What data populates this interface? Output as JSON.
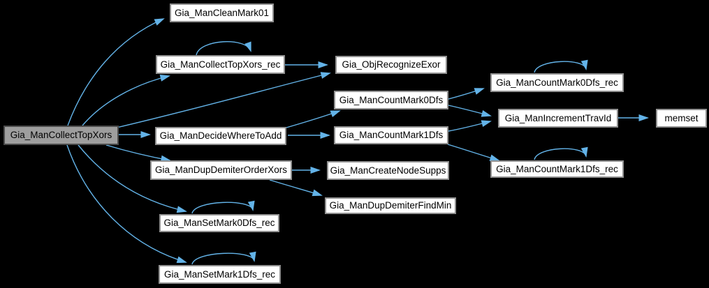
{
  "diagram": {
    "type": "call-graph",
    "colors": {
      "bg": "#000000",
      "edge_color": "#63b3e8",
      "node_fill": "#ffffff",
      "node_border": "#919191",
      "root_fill": "#9e9e9e",
      "root_border": "#4a4a4a",
      "text_color": "#000000"
    }
  },
  "nodes": [
    {
      "id": "collect-top-xors",
      "label": "Gia_ManCollectTopXors",
      "root": true
    },
    {
      "id": "clean-mark01",
      "label": "Gia_ManCleanMark01"
    },
    {
      "id": "collect-top-xors-rec",
      "label": "Gia_ManCollectTopXors_rec",
      "self_loop": true
    },
    {
      "id": "decide-where-to-add",
      "label": "Gia_ManDecideWhereToAdd"
    },
    {
      "id": "dup-demiter-order-xors",
      "label": "Gia_ManDupDemiterOrderXors"
    },
    {
      "id": "set-mark0-dfs-rec",
      "label": "Gia_ManSetMark0Dfs_rec",
      "self_loop": true
    },
    {
      "id": "set-mark1-dfs-rec",
      "label": "Gia_ManSetMark1Dfs_rec",
      "self_loop": true
    },
    {
      "id": "obj-recognize-exor",
      "label": "Gia_ObjRecognizeExor"
    },
    {
      "id": "count-mark0-dfs",
      "label": "Gia_ManCountMark0Dfs"
    },
    {
      "id": "count-mark1-dfs",
      "label": "Gia_ManCountMark1Dfs"
    },
    {
      "id": "create-node-supps",
      "label": "Gia_ManCreateNodeSupps"
    },
    {
      "id": "dup-demiter-find-min",
      "label": "Gia_ManDupDemiterFindMin"
    },
    {
      "id": "count-mark0-dfs-rec",
      "label": "Gia_ManCountMark0Dfs_rec",
      "self_loop": true
    },
    {
      "id": "increment-trav-id",
      "label": "Gia_ManIncrementTravId"
    },
    {
      "id": "count-mark1-dfs-rec",
      "label": "Gia_ManCountMark1Dfs_rec",
      "self_loop": true
    },
    {
      "id": "memset",
      "label": "memset"
    }
  ],
  "edges": [
    {
      "from": "Gia_ManCollectTopXors",
      "to": "Gia_ManCleanMark01"
    },
    {
      "from": "Gia_ManCollectTopXors",
      "to": "Gia_ManCollectTopXors_rec"
    },
    {
      "from": "Gia_ManCollectTopXors",
      "to": "Gia_ObjRecognizeExor"
    },
    {
      "from": "Gia_ManCollectTopXors",
      "to": "Gia_ManDecideWhereToAdd"
    },
    {
      "from": "Gia_ManCollectTopXors",
      "to": "Gia_ManDupDemiterOrderXors"
    },
    {
      "from": "Gia_ManCollectTopXors",
      "to": "Gia_ManSetMark0Dfs_rec"
    },
    {
      "from": "Gia_ManCollectTopXors",
      "to": "Gia_ManSetMark1Dfs_rec"
    },
    {
      "from": "Gia_ManCollectTopXors_rec",
      "to": "Gia_ManCollectTopXors_rec"
    },
    {
      "from": "Gia_ManCollectTopXors_rec",
      "to": "Gia_ObjRecognizeExor"
    },
    {
      "from": "Gia_ManDecideWhereToAdd",
      "to": "Gia_ManCountMark0Dfs"
    },
    {
      "from": "Gia_ManDecideWhereToAdd",
      "to": "Gia_ManCountMark1Dfs"
    },
    {
      "from": "Gia_ManDupDemiterOrderXors",
      "to": "Gia_ManCreateNodeSupps"
    },
    {
      "from": "Gia_ManDupDemiterOrderXors",
      "to": "Gia_ManDupDemiterFindMin"
    },
    {
      "from": "Gia_ManCountMark0Dfs",
      "to": "Gia_ManCountMark0Dfs_rec"
    },
    {
      "from": "Gia_ManCountMark0Dfs",
      "to": "Gia_ManIncrementTravId"
    },
    {
      "from": "Gia_ManCountMark1Dfs",
      "to": "Gia_ManIncrementTravId"
    },
    {
      "from": "Gia_ManCountMark1Dfs",
      "to": "Gia_ManCountMark1Dfs_rec"
    },
    {
      "from": "Gia_ManCountMark0Dfs_rec",
      "to": "Gia_ManCountMark0Dfs_rec"
    },
    {
      "from": "Gia_ManCountMark1Dfs_rec",
      "to": "Gia_ManCountMark1Dfs_rec"
    },
    {
      "from": "Gia_ManSetMark0Dfs_rec",
      "to": "Gia_ManSetMark0Dfs_rec"
    },
    {
      "from": "Gia_ManSetMark1Dfs_rec",
      "to": "Gia_ManSetMark1Dfs_rec"
    },
    {
      "from": "Gia_ManIncrementTravId",
      "to": "memset"
    }
  ]
}
